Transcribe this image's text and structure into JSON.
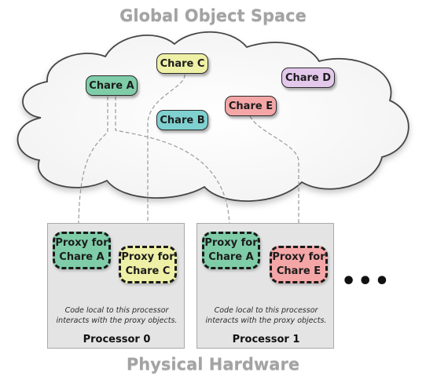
{
  "diagram": {
    "title": "Global Object Space",
    "footer": "Physical Hardware",
    "ellipsis": "•••",
    "colors": {
      "chare_a": "#7fcda8",
      "chare_b": "#7fd0d0",
      "chare_c": "#eef0a6",
      "chare_d": "#e3c8ec",
      "chare_e": "#f4a6a6",
      "cloud_stroke": "#444444",
      "connector": "#9a9a9a",
      "processor_fill": "#e4e4e4"
    },
    "chares": {
      "a": "Chare A",
      "b": "Chare B",
      "c": "Chare C",
      "d": "Chare D",
      "e": "Chare E"
    },
    "processors": [
      {
        "label": "Processor 0",
        "proxies": [
          {
            "line1": "Proxy for",
            "line2": "Chare A"
          },
          {
            "line1": "Proxy for",
            "line2": "Chare C"
          }
        ],
        "note_line1": "Code local to this processor",
        "note_line2": "interacts with the proxy objects."
      },
      {
        "label": "Processor 1",
        "proxies": [
          {
            "line1": "Proxy for",
            "line2": "Chare A"
          },
          {
            "line1": "Proxy for",
            "line2": "Chare E"
          }
        ],
        "note_line1": "Code local to this processor",
        "note_line2": "interacts with the proxy objects."
      }
    ]
  }
}
